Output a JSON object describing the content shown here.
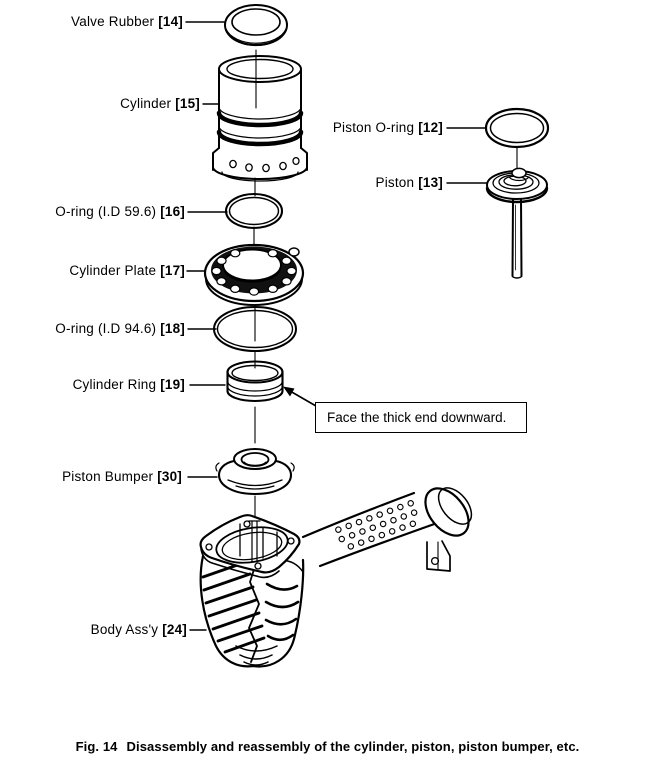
{
  "colors": {
    "ink": "#000000",
    "paper": "#ffffff"
  },
  "figure": {
    "fig_label": "Fig. 14",
    "caption": "Disassembly and reassembly of the cylinder, piston, piston bumper, etc."
  },
  "callout": {
    "text": "Face the thick end downward."
  },
  "labels": [
    {
      "name": "Valve Rubber",
      "ref": "[14]"
    },
    {
      "name": "Cylinder",
      "ref": "[15]"
    },
    {
      "name": "Piston O-ring",
      "ref": "[12]"
    },
    {
      "name": "Piston",
      "ref": "[13]"
    },
    {
      "name": "O-ring (I.D 59.6)",
      "ref": "[16]"
    },
    {
      "name": "Cylinder Plate",
      "ref": "[17]"
    },
    {
      "name": "O-ring (I.D 94.6)",
      "ref": "[18]"
    },
    {
      "name": "Cylinder Ring",
      "ref": "[19]"
    },
    {
      "name": "Piston Bumper",
      "ref": "[30]"
    },
    {
      "name": "Body Ass'y",
      "ref": "[24]"
    }
  ]
}
